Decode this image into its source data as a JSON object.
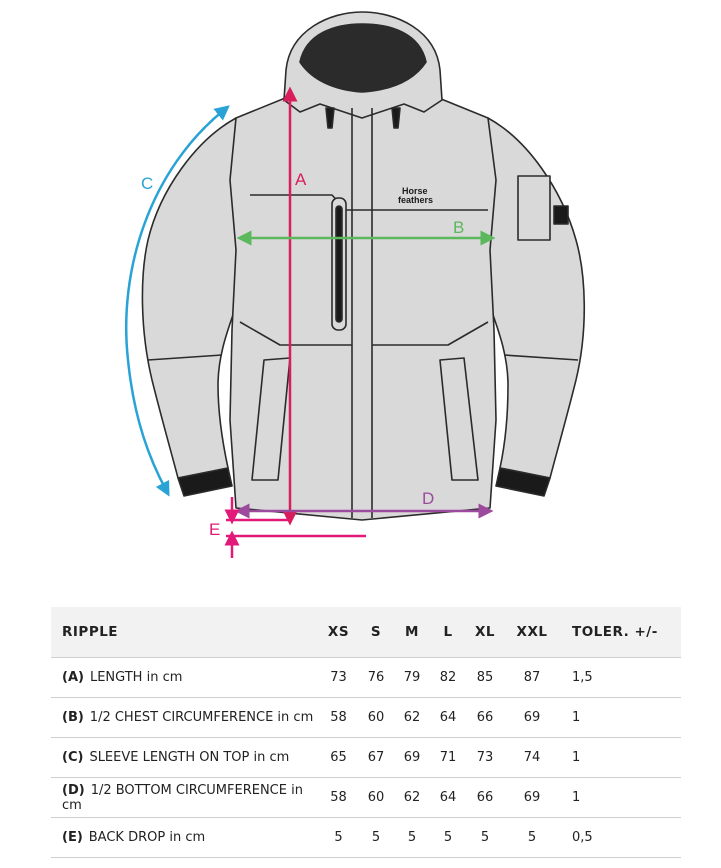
{
  "colors": {
    "length": "#d81e5b",
    "chest": "#5cb85c",
    "sleeve": "#29a3d6",
    "bottom": "#9b4a9e",
    "backdrop": "#e3197a",
    "jacket_fill": "#d9d9d9",
    "jacket_stroke": "#2b2b2b"
  },
  "diagram": {
    "brand_line1": "Horse",
    "brand_line2": "feathers",
    "labels": {
      "a": "A",
      "b": "B",
      "c": "C",
      "d": "D",
      "e": "E"
    }
  },
  "table": {
    "headers": [
      "RIPPLE",
      "XS",
      "S",
      "M",
      "L",
      "XL",
      "XXL",
      "TOLER. +/-"
    ],
    "rows": [
      {
        "code": "(A)",
        "label": "LENGTH in cm",
        "values": [
          "73",
          "76",
          "79",
          "82",
          "85",
          "87"
        ],
        "tolerance": "1,5"
      },
      {
        "code": "(B)",
        "label": "1/2 CHEST CIRCUMFERENCE in cm",
        "values": [
          "58",
          "60",
          "62",
          "64",
          "66",
          "69"
        ],
        "tolerance": "1"
      },
      {
        "code": "(C)",
        "label": "SLEEVE LENGTH ON TOP in cm",
        "values": [
          "65",
          "67",
          "69",
          "71",
          "73",
          "74"
        ],
        "tolerance": "1"
      },
      {
        "code": "(D)",
        "label": "1/2 BOTTOM CIRCUMFERENCE in cm",
        "values": [
          "58",
          "60",
          "62",
          "64",
          "66",
          "69"
        ],
        "tolerance": "1"
      },
      {
        "code": "(E)",
        "label": "BACK DROP in cm",
        "values": [
          "5",
          "5",
          "5",
          "5",
          "5",
          "5"
        ],
        "tolerance": "0,5"
      }
    ]
  }
}
